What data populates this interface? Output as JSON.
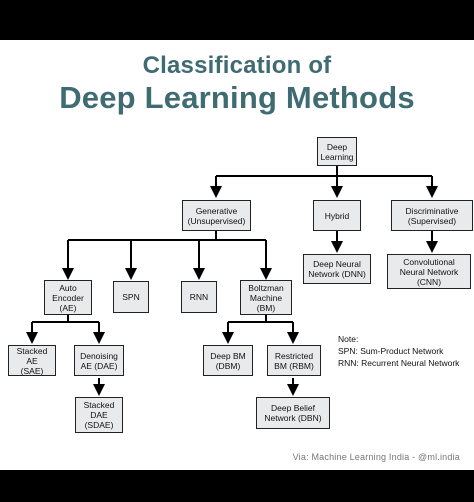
{
  "title": {
    "line1": "Classification of",
    "line2": "Deep Learning Methods"
  },
  "nodes": {
    "deep_learning": "Deep\nLearning",
    "generative": "Generative\n(Unsupervised)",
    "hybrid": "Hybrid",
    "discriminative": "Discriminative\n(Supervised)",
    "autoencoder": "Auto\nEncoder\n(AE)",
    "spn": "SPN",
    "rnn": "RNN",
    "boltzman": "Boltzman\nMachine\n(BM)",
    "dnn": "Deep Neural\nNetwork (DNN)",
    "cnn": "Convolutional\nNeural Network\n(CNN)",
    "sae": "Stacked AE\n(SAE)",
    "dae": "Denoising\nAE (DAE)",
    "sdae": "Stacked\nDAE\n(SDAE)",
    "dbm": "Deep BM\n(DBM)",
    "rbm": "Restricted\nBM (RBM)",
    "dbn": "Deep Belief\nNetwork (DBN)"
  },
  "note": {
    "heading": "Note:",
    "lines": [
      "SPN: Sum-Product Network",
      "RNN: Recurrent Neural Network"
    ]
  },
  "footer": "Via: Machine Learning India - @ml.india",
  "colors": {
    "title": "#3f6b73",
    "node_fill": "#e9eaec",
    "line": "#000000"
  }
}
